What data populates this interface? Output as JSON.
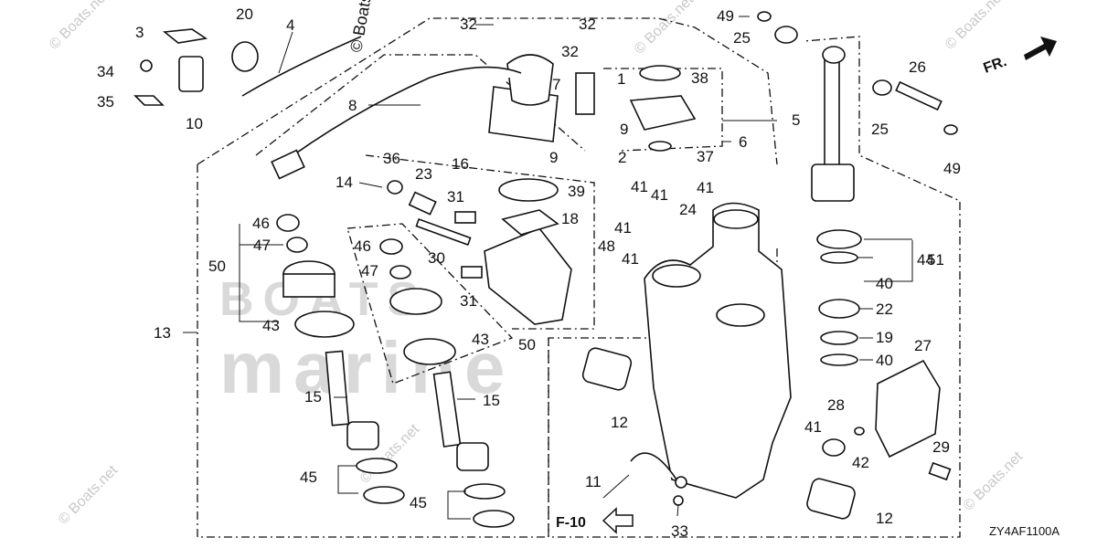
{
  "diagram": {
    "code": "ZY4AF1100A",
    "fr_label": "FR.",
    "ref_label": "F-10",
    "watermark_text": "© Boats.net",
    "brand_watermark": [
      "BOATS",
      "marine"
    ],
    "callouts": {
      "c1": "1",
      "c2": "2",
      "c3": "3",
      "c4": "4",
      "c5": "5",
      "c6": "6",
      "c7": "7",
      "c8": "8",
      "c9a": "9",
      "c9b": "9",
      "c10": "10",
      "c11": "11",
      "c12a": "12",
      "c12b": "12",
      "c13": "13",
      "c14": "14",
      "c15a": "15",
      "c15b": "15",
      "c16": "16",
      "c18": "18",
      "c19": "19",
      "c20": "20",
      "c22": "22",
      "c23": "23",
      "c24": "24",
      "c25a": "25",
      "c25b": "25",
      "c26": "26",
      "c27": "27",
      "c28": "28",
      "c29": "29",
      "c30": "30",
      "c31a": "31",
      "c31b": "31",
      "c32a": "32",
      "c32b": "32",
      "c32c": "32",
      "c33": "33",
      "c34": "34",
      "c35": "35",
      "c36": "36",
      "c37": "37",
      "c38": "38",
      "c39": "39",
      "c40a": "40",
      "c40b": "40",
      "c41a": "41",
      "c41b": "41",
      "c41c": "41",
      "c41d": "41",
      "c41e": "41",
      "c41f": "41",
      "c42": "42",
      "c43a": "43",
      "c43b": "43",
      "c44": "44",
      "c45a": "45",
      "c45b": "45",
      "c46a": "46",
      "c46b": "46",
      "c47a": "47",
      "c47b": "47",
      "c48": "48",
      "c49a": "49",
      "c49b": "49",
      "c50a": "50",
      "c50b": "50",
      "c51": "51"
    }
  }
}
